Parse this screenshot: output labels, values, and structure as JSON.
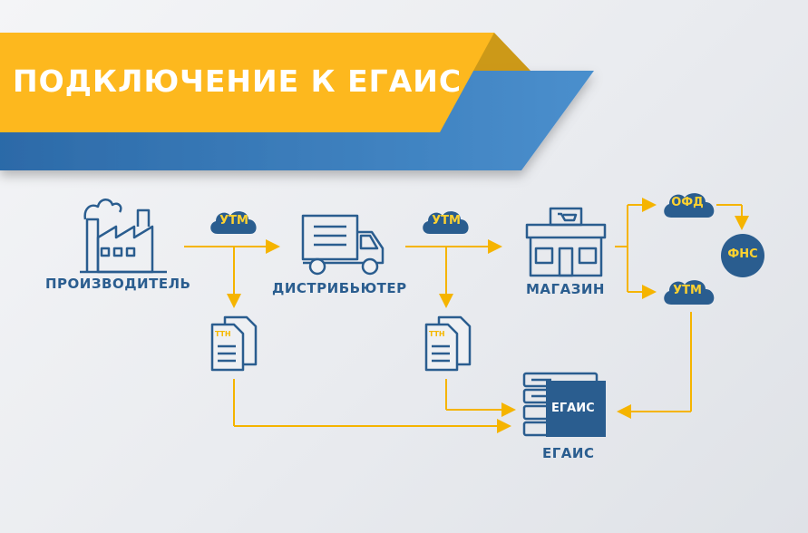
{
  "header": {
    "title": "ПОДКЛЮЧЕНИЕ К ЕГАИС"
  },
  "nodes": {
    "producer": "ПРОИЗВОДИТЕЛЬ",
    "distributor": "ДИСТРИБЬЮТЕР",
    "store": "МАГАЗИН",
    "egais": "ЕГАИС"
  },
  "clouds": {
    "utm_1": "УТМ",
    "utm_2": "УТМ",
    "ofd": "ОФД",
    "utm_3": "УТМ"
  },
  "fns": "ФНС",
  "documents": {
    "ttn_1": "ТТН",
    "ttn_2": "ТТН"
  },
  "egais_server_label": "ЕГАИС",
  "colors": {
    "accent_yellow": "#f5b400",
    "brand_blue": "#2a5d8f",
    "banner_blue": "#2f6da8"
  }
}
